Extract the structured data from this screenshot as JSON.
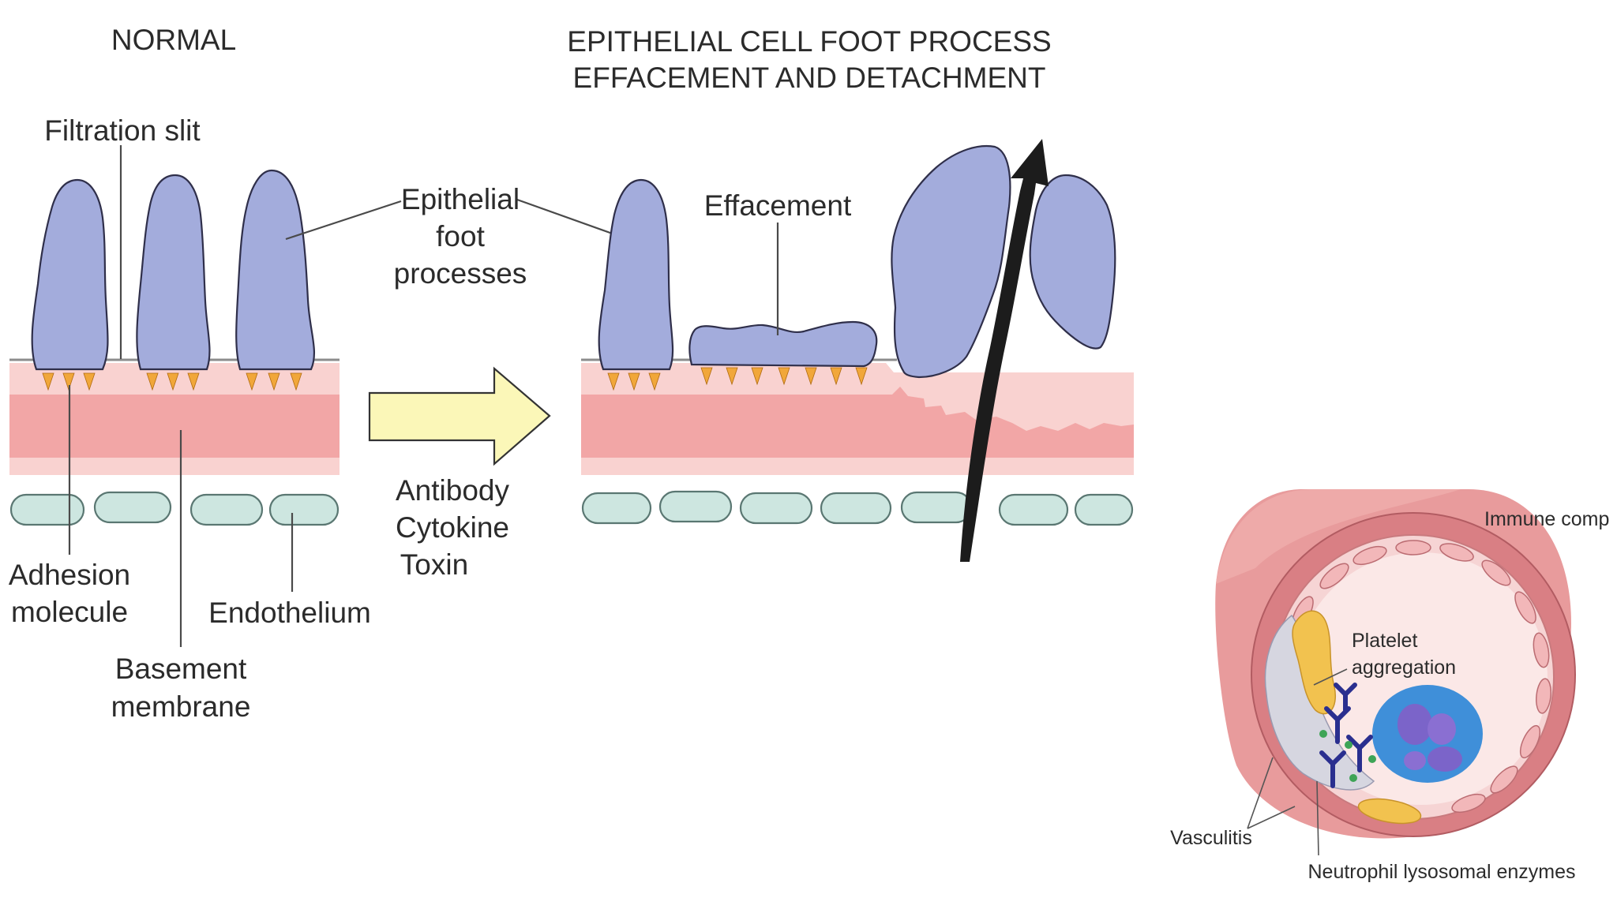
{
  "titles": {
    "normal": "NORMAL",
    "effacement_line1": "EPITHELIAL CELL FOOT PROCESS",
    "effacement_line2": "EFFACEMENT AND DETACHMENT"
  },
  "labels": {
    "filtration_slit": "Filtration slit",
    "epithelial_line1": "Epithelial",
    "epithelial_line2": "foot",
    "epithelial_line3": "processes",
    "effacement": "Effacement",
    "adhesion_line1": "Adhesion",
    "adhesion_line2": "molecule",
    "basement_line1": "Basement",
    "basement_line2": "membrane",
    "endothelium": "Endothelium",
    "cause_1": "Antibody",
    "cause_2": "Cytokine",
    "cause_3": "Toxin"
  },
  "vessel_inset": {
    "immune_label": "Immune comp",
    "platelet_line1": "Platelet",
    "platelet_line2": "aggregation",
    "vasculitis": "Vasculitis",
    "neutrophil": "Neutrophil lysosomal enzymes"
  },
  "colors": {
    "foot_process": "#a3acdc",
    "basement_light": "#f9d2d0",
    "basement_dark": "#f2a6a6",
    "endothelium": "#cde6e0",
    "adhesion_spike": "#f1a73a",
    "process_arrow": "#fbf7b8",
    "detach_arrow": "#1c1c1c",
    "vessel_wall": "#e7989b",
    "neutrophil": "#3f8fd9"
  },
  "icons": {
    "transition_arrow": "block-arrow-right",
    "detachment_arrow": "curved-arrow-up"
  }
}
